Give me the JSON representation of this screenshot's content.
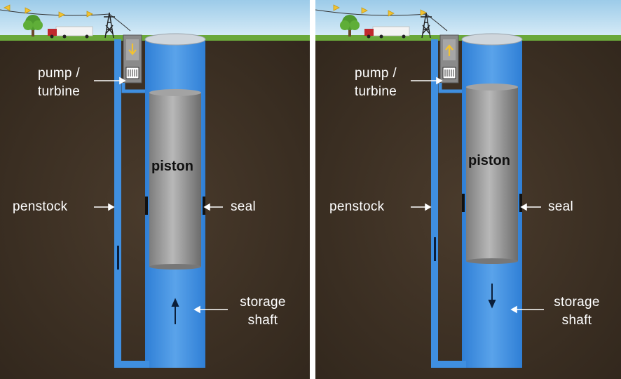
{
  "panels": [
    {
      "state": "pumping",
      "labels": {
        "pump_turbine": "pump /\nturbine",
        "pump_line1": "pump /",
        "pump_line2": "turbine",
        "penstock": "penstock",
        "seal": "seal",
        "piston": "piston",
        "storage_line1": "storage",
        "storage_line2": "shaft"
      },
      "flow": "up"
    },
    {
      "state": "generating",
      "labels": {
        "pump_line1": "pump /",
        "pump_line2": "turbine",
        "penstock": "penstock",
        "seal": "seal",
        "piston": "piston",
        "storage_line1": "storage",
        "storage_line2": "shaft"
      },
      "flow": "down"
    }
  ],
  "colors": {
    "sky": "#b9d8f0",
    "grass": "#6fae3a",
    "soil": "#3b2e22",
    "water": "#3f8fe0",
    "water_light": "#7bb6f0",
    "piston": "#9a9a9a",
    "arrow": "#f2c230"
  }
}
